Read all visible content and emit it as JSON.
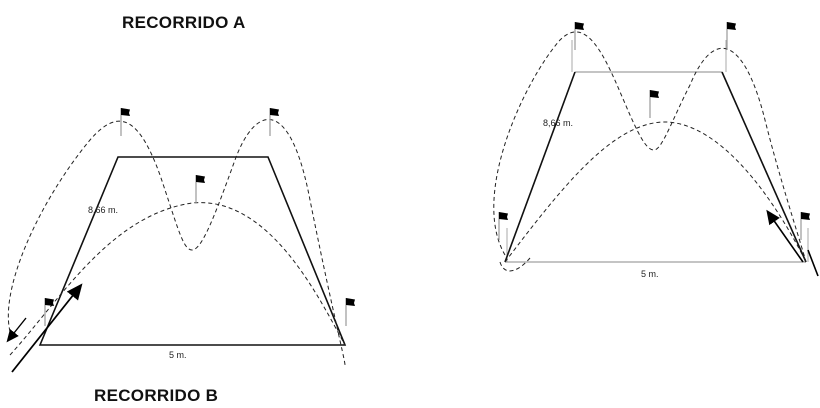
{
  "titles": {
    "a": "RECORRIDO A",
    "b": "RECORRIDO B"
  },
  "diagrams": [
    {
      "side_label": "8,66 m.",
      "base_label": "5 m."
    },
    {
      "side_label": "8,66 m.",
      "base_label": "5 m."
    }
  ],
  "icons": {
    "flag": "flag-icon",
    "arrow": "arrow-icon"
  },
  "colors": {
    "line": "#111111",
    "dashed": "#222222",
    "pole": "#999999"
  }
}
